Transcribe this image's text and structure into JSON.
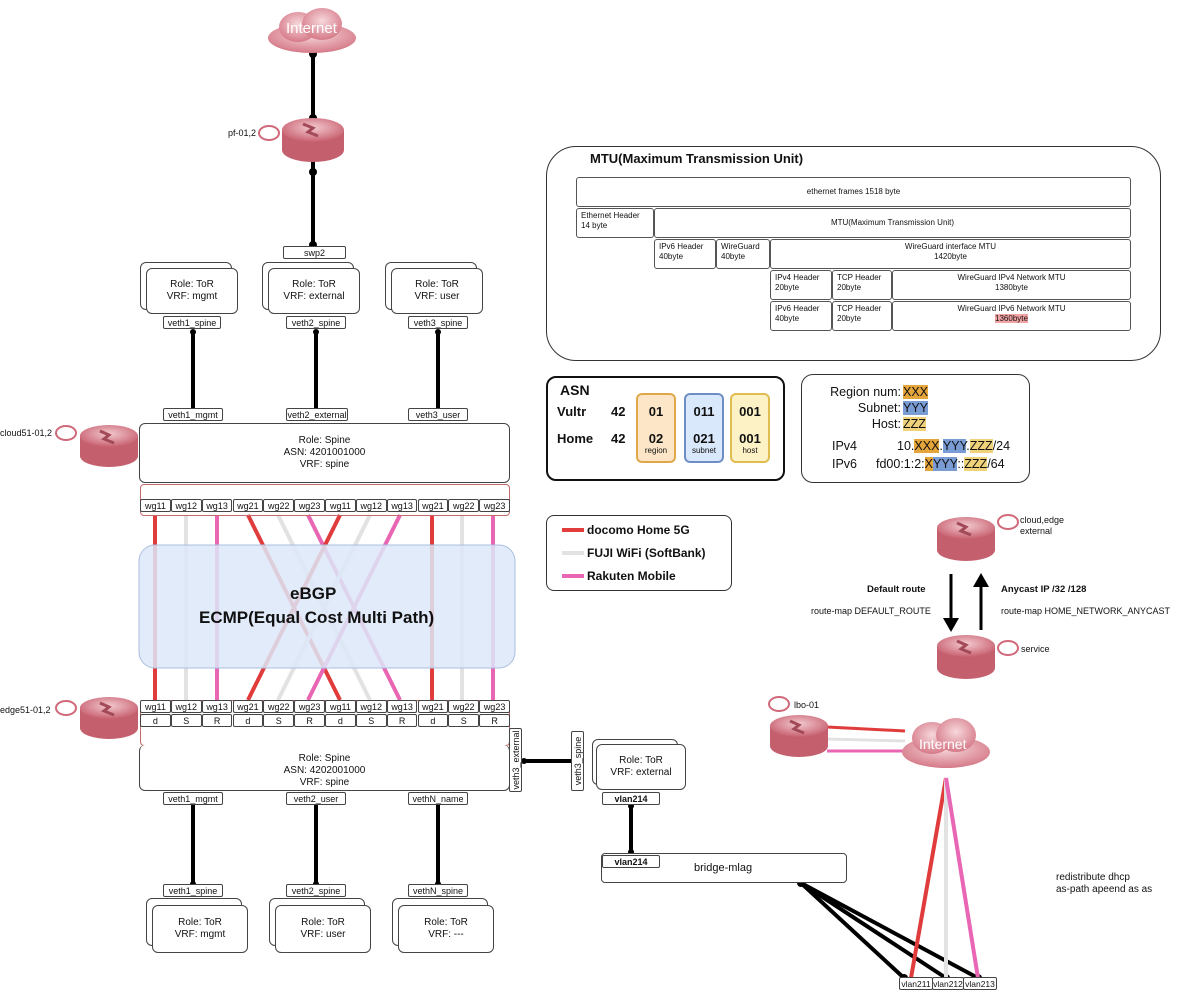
{
  "internet_top": "Internet",
  "pf": "pf-01,2",
  "swp2": "swp2",
  "tor_top": [
    {
      "role": "Role: ToR",
      "vrf": "VRF: mgmt",
      "port": "veth1_spine"
    },
    {
      "role": "Role: ToR",
      "vrf": "VRF: external",
      "port": "veth2_spine"
    },
    {
      "role": "Role: ToR",
      "vrf": "VRF: user",
      "port": "veth3_spine"
    }
  ],
  "cloud_ports": [
    "veth1_mgmt",
    "veth2_external",
    "veth3_user"
  ],
  "cloud_router": "cloud51-01,2",
  "cloud_spine": {
    "role": "Role: Spine",
    "asn": "ASN: 4201001000",
    "vrf": "VRF: spine"
  },
  "wg_ports": [
    "wg11",
    "wg12",
    "wg13",
    "wg21",
    "wg22",
    "wg23",
    "wg11",
    "wg12",
    "wg13",
    "wg21",
    "wg22",
    "wg23"
  ],
  "wg_sub": [
    "d",
    "S",
    "R",
    "d",
    "S",
    "R",
    "d",
    "S",
    "R",
    "d",
    "S",
    "R"
  ],
  "ebgp": "eBGP",
  "ecmp": "ECMP(Equal Cost Multi Path)",
  "edge_router": "edge51-01,2",
  "edge_spine": {
    "role": "Role: Spine",
    "asn": "ASN: 4202001000",
    "vrf": "VRF: spine"
  },
  "veth3_external": "veth3_external",
  "veth3_spine": "veth3_spine",
  "tor_ext": {
    "role": "Role: ToR",
    "vrf": "VRF: external",
    "port": "vlan214"
  },
  "edge_ports": [
    "veth1_mgmt",
    "veth2_user",
    "vethN_name"
  ],
  "tor_bottom": [
    {
      "role": "Role: ToR",
      "vrf": "VRF: mgmt",
      "port": "veth1_spine"
    },
    {
      "role": "Role: ToR",
      "vrf": "VRF: user",
      "port": "veth2_spine"
    },
    {
      "role": "Role: ToR",
      "vrf": "VRF: ---",
      "port": "vethN_spine"
    }
  ],
  "bridge": {
    "port": "vlan214",
    "name": "bridge-mlag"
  },
  "mtu": {
    "title": "MTU(Maximum Transmission Unit)",
    "ethernet_frames": "ethernet frames 1518 byte",
    "eth_header": [
      "Ethernet Header",
      "14 byte"
    ],
    "mtu_row": "MTU(Maximum Transmission Unit)",
    "ipv6_header": [
      "IPv6 Header",
      "40byte"
    ],
    "wireguard": [
      "WireGuard",
      "40byte"
    ],
    "wg_if_mtu": [
      "WireGuard interface MTU",
      "1420byte"
    ],
    "ipv4_header": [
      "IPv4 Header",
      "20byte"
    ],
    "tcp_header": [
      "TCP Header",
      "20byte"
    ],
    "wg_ipv4_mtu": [
      "WireGuard IPv4 Network MTU",
      "1380byte"
    ],
    "ipv6_header2": [
      "IPv6 Header",
      "40byte"
    ],
    "tcp_header2": [
      "TCP Header",
      "20byte"
    ],
    "wg_ipv6_mtu": [
      "WireGuard IPv6 Network MTU",
      "1360byte"
    ]
  },
  "asn": {
    "title": "ASN",
    "rows": [
      {
        "name": "Vultr",
        "prefix": "42",
        "region": "01",
        "subnet": "011",
        "host": "001"
      },
      {
        "name": "Home",
        "prefix": "42",
        "region": "02",
        "subnet": "021",
        "host": "001"
      }
    ],
    "labels": {
      "region": "region",
      "subnet": "subnet",
      "host": "host"
    }
  },
  "region": {
    "region_num": "Region num:",
    "region_val": "XXX",
    "subnet": "Subnet:",
    "subnet_val": "YYY",
    "host": "Host:",
    "host_val": "ZZZ",
    "ipv4_label": "IPv4",
    "ipv4_a": "10.",
    "ipv4_x": "XXX",
    "ipv4_d1": ".",
    "ipv4_y": "YYY",
    "ipv4_d2": ".",
    "ipv4_z": "ZZZ",
    "ipv4_end": "/24",
    "ipv6_label": "IPv6",
    "ipv6_a": "fd00:1:2:",
    "ipv6_x": "X",
    "ipv6_y": "YYY",
    "ipv6_m": "::",
    "ipv6_z": "ZZZ",
    "ipv6_end": "/64"
  },
  "legend": [
    {
      "label": "docomo Home 5G",
      "color": "#e03c3c"
    },
    {
      "label": "FUJI WiFi (SoftBank)",
      "color": "#e2e2e2"
    },
    {
      "label": "Rakuten Mobile",
      "color": "#e866b4"
    }
  ],
  "routing": {
    "cloud_edge": [
      "cloud,edge",
      "external"
    ],
    "default_route": "Default route",
    "anycast": "Anycast IP /32 /128",
    "route_map_default": "route-map DEFAULT_ROUTE",
    "route_map_anycast": "route-map HOME_NETWORK_ANYCAST",
    "service": "service"
  },
  "lbo": "lbo-01",
  "internet_right": "Internet",
  "redistribute": [
    "redistribute dhcp",
    "as-path apeend as as"
  ],
  "vlans": [
    "vlan211",
    "vlan212",
    "vlan213"
  ],
  "colors": {
    "docomo": "#e03c3c",
    "fuji": "#e2e2e2",
    "rakuten": "#e866b4",
    "router": "#d9808c",
    "cloud": "#d97f8c",
    "ebgp_fill": "#dde8f8"
  }
}
